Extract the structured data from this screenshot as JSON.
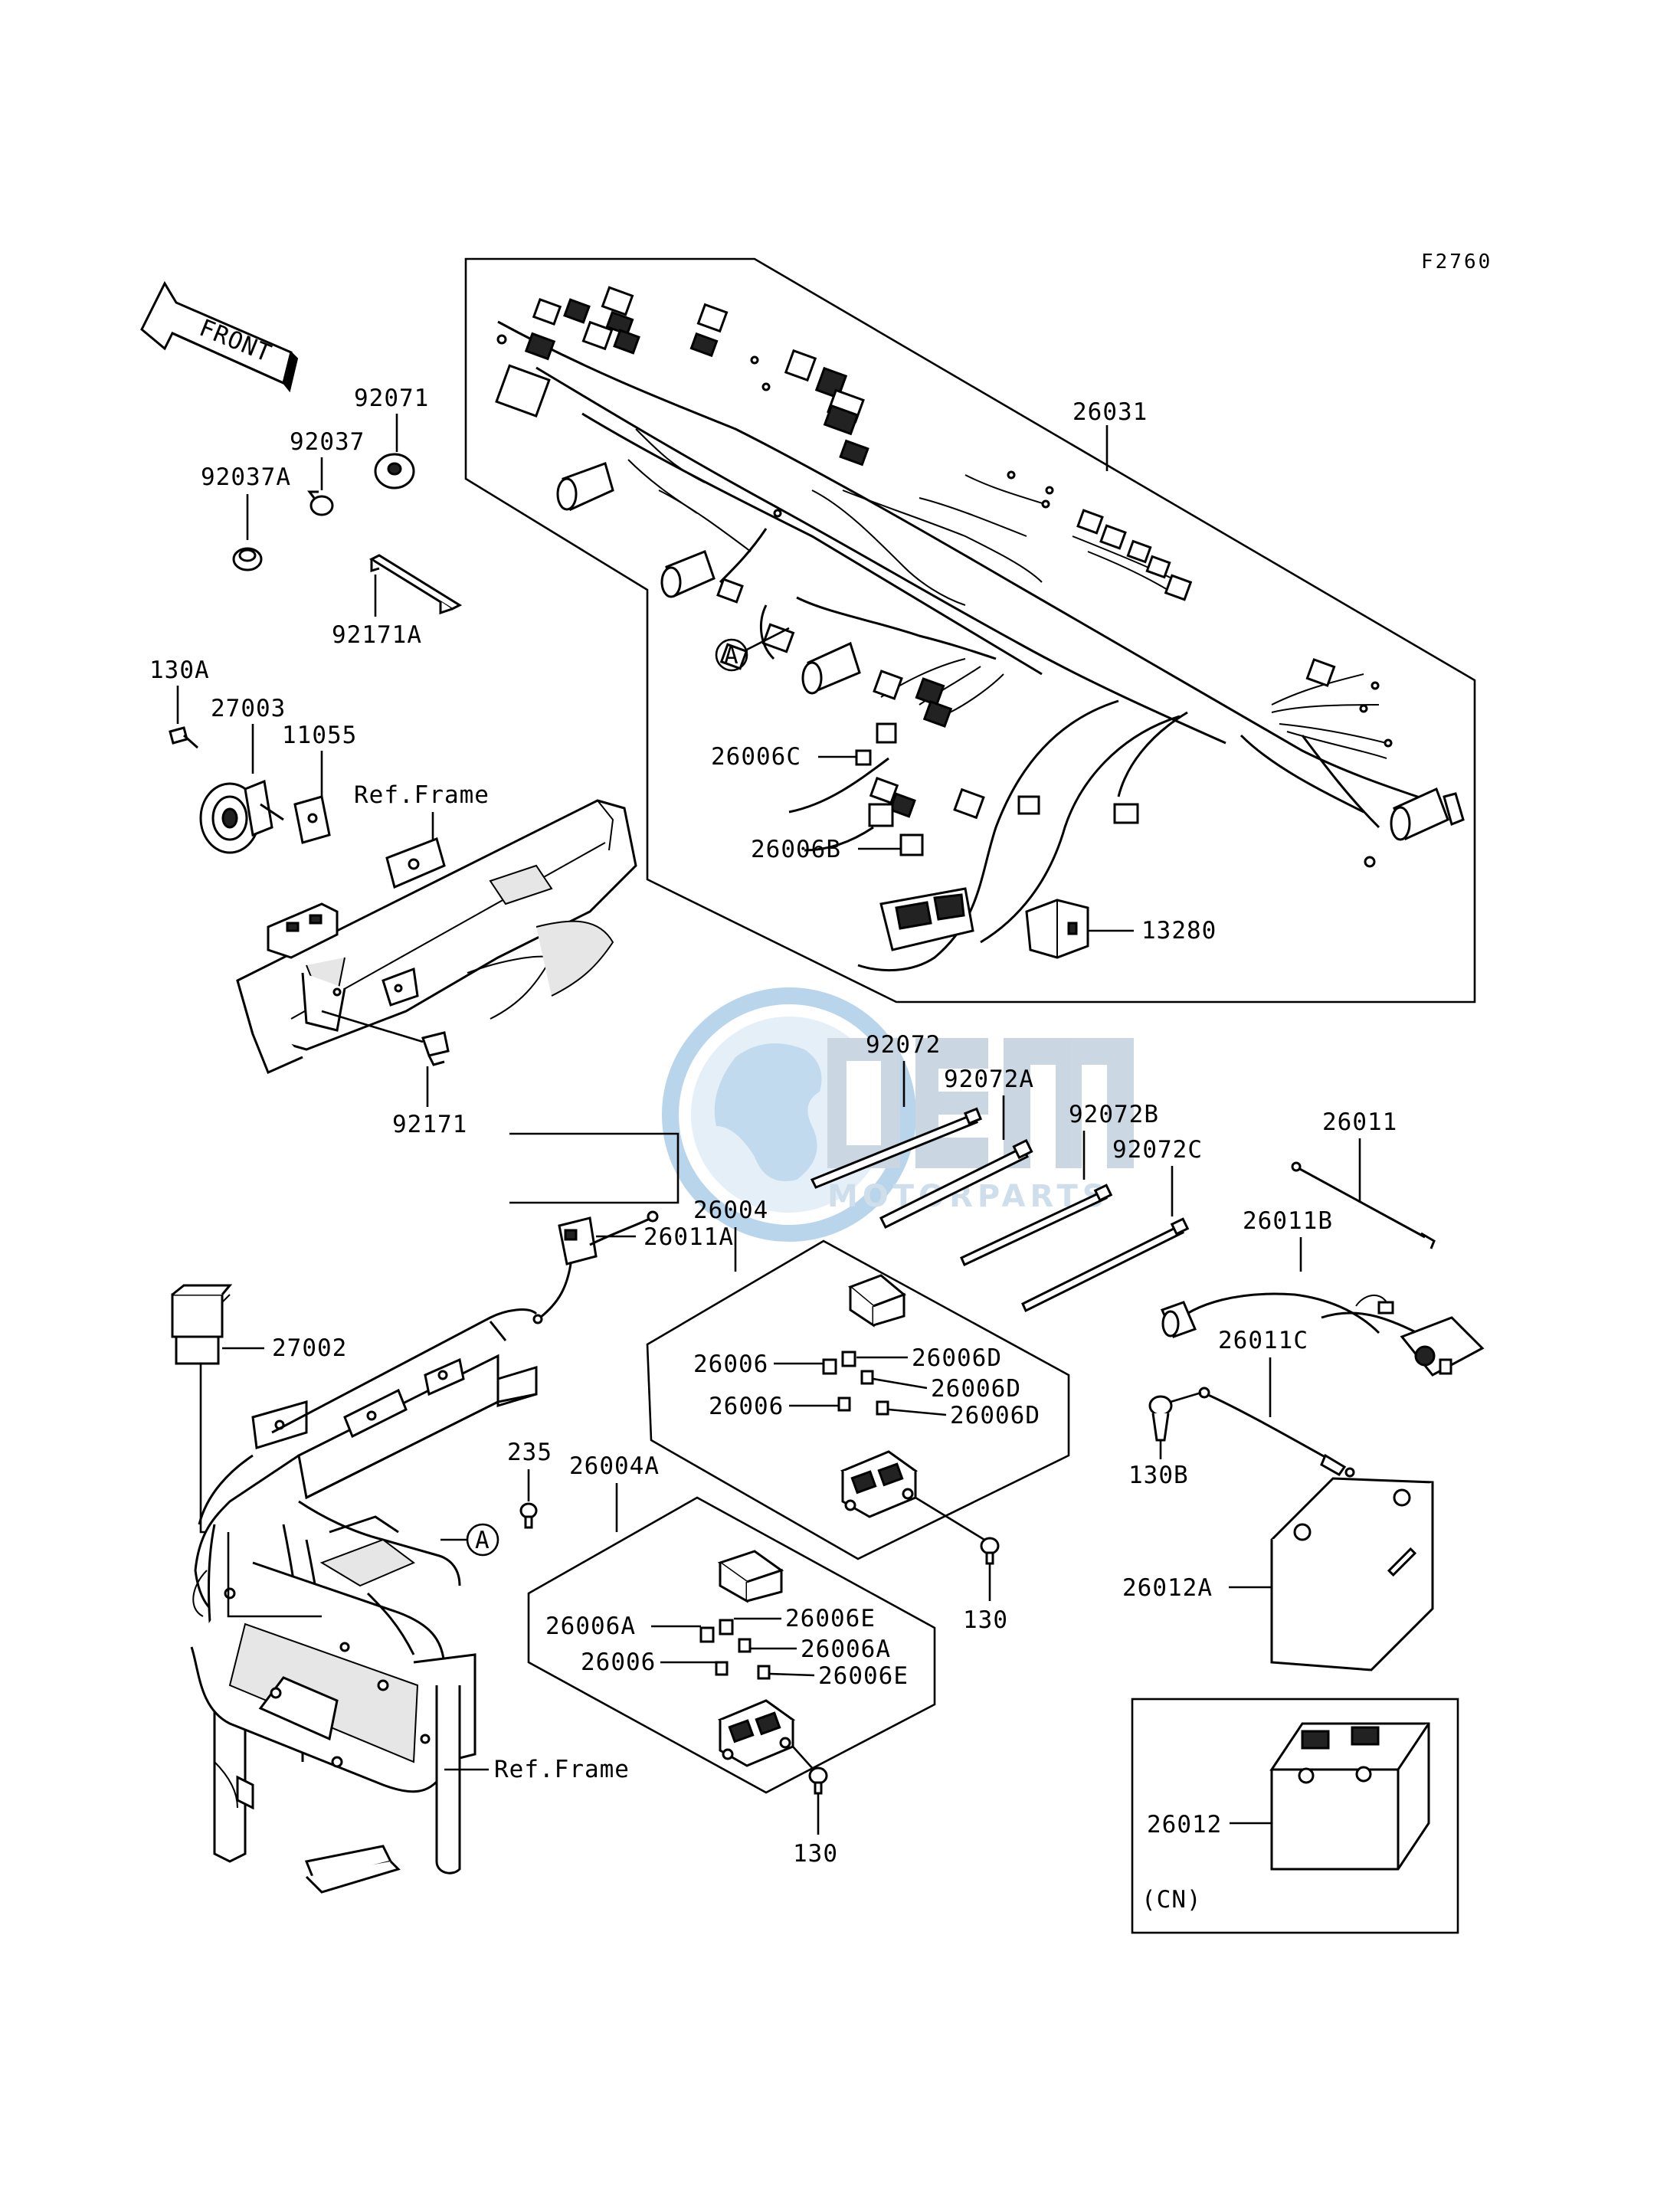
{
  "diagram": {
    "code": "F2760",
    "direction_label": "FRONT",
    "watermark": {
      "brand": "OEM",
      "subtitle": "MOTORPARTS",
      "color_primary": "#4a90c8",
      "color_secondary": "#9ab8d3"
    },
    "callouts": {
      "c26031": "26031",
      "c92071": "92071",
      "c92037": "92037",
      "c92037A": "92037A",
      "c92171A": "92171A",
      "c130A": "130A",
      "c27003": "27003",
      "c11055": "11055",
      "refFrame1": "Ref.Frame",
      "c26006C": "26006C",
      "c26006B": "26006B",
      "c13280": "13280",
      "markerA1": "A",
      "c92171": "92171",
      "c92072": "92072",
      "c92072A": "92072A",
      "c92072B": "92072B",
      "c92072C": "92072C",
      "c26011": "26011",
      "c26011A": "26011A",
      "c26004": "26004",
      "c26011B": "26011B",
      "c27002": "27002",
      "c26006_1": "26006",
      "c26006D_1": "26006D",
      "c26006D_2": "26006D",
      "c26006_2": "26006",
      "c26006D_3": "26006D",
      "c26011C": "26011C",
      "c235": "235",
      "c130B": "130B",
      "c26004A": "26004A",
      "markerA2": "A",
      "c130_1": "130",
      "c26012A": "26012A",
      "c26006E_1": "26006E",
      "c26006A_1": "26006A",
      "c26006A_2": "26006A",
      "c26006_3": "26006",
      "c26006E_2": "26006E",
      "refFrame2": "Ref.Frame",
      "c130_2": "130",
      "c26012": "26012",
      "cn_note": "(CN)"
    }
  }
}
